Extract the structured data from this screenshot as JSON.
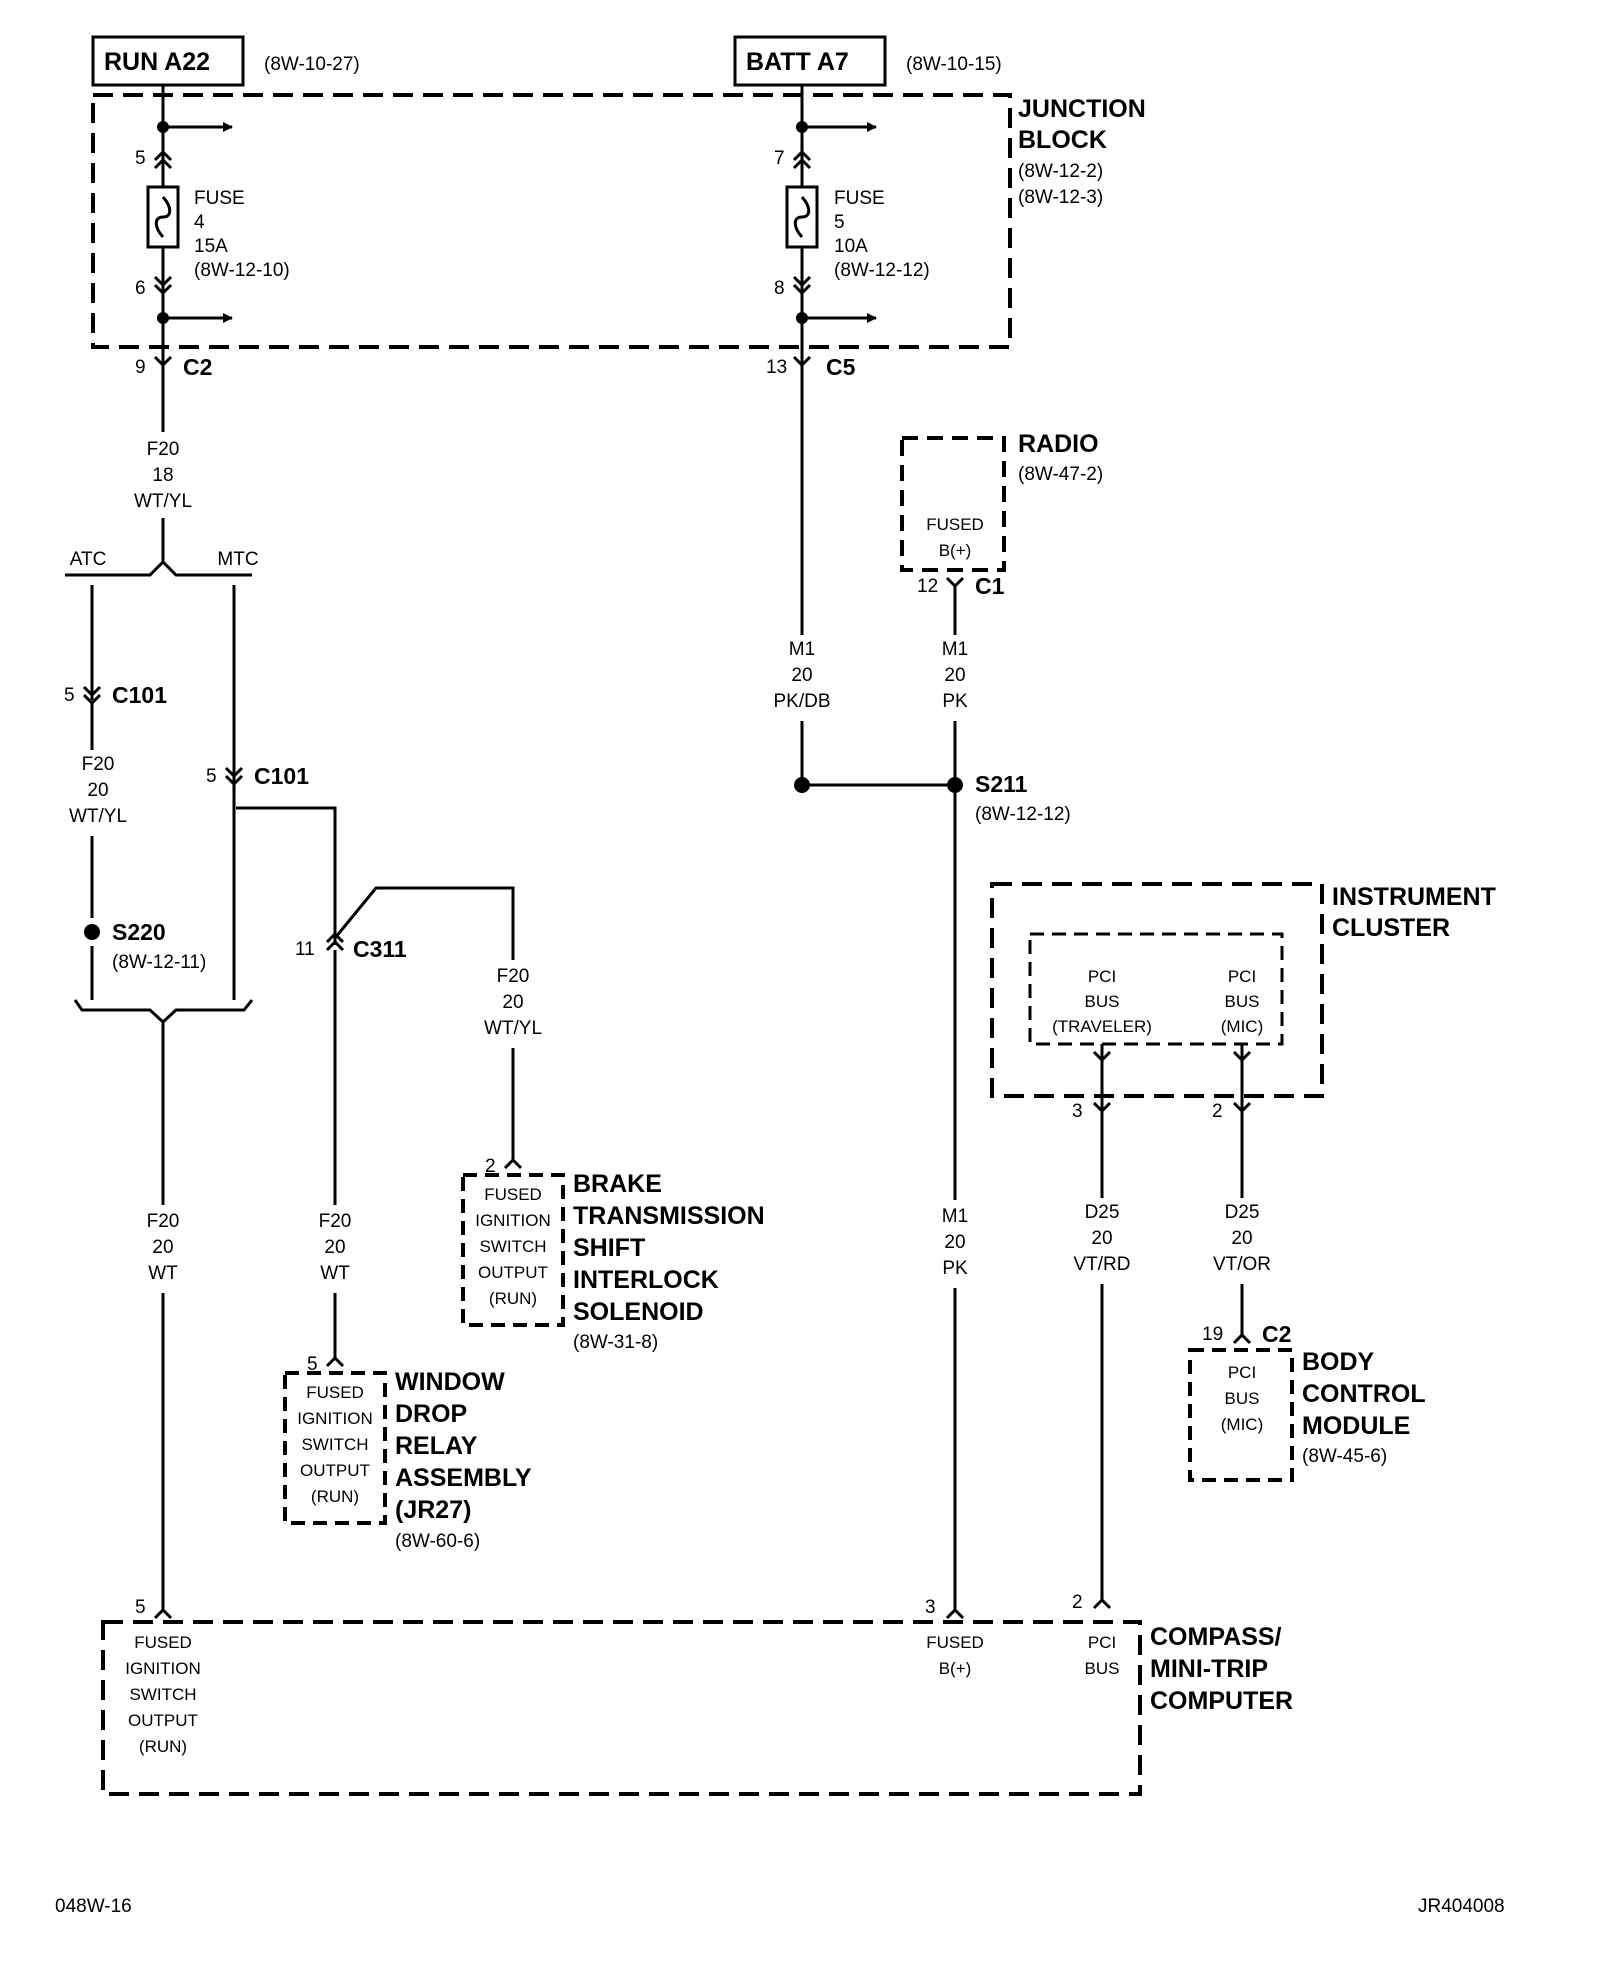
{
  "sources": {
    "run_a22": {
      "label": "RUN A22",
      "ref": "(8W-10-27)"
    },
    "batt_a7": {
      "label": "BATT A7",
      "ref": "(8W-10-15)"
    }
  },
  "junction_block": {
    "name1": "JUNCTION",
    "name2": "BLOCK",
    "ref1": "(8W-12-2)",
    "ref2": "(8W-12-3)"
  },
  "fuse4": {
    "pin_in": "5",
    "pin_out": "6",
    "l1": "FUSE",
    "l2": "4",
    "l3": "15A",
    "l4": "(8W-12-10)",
    "conn_pin": "9",
    "conn": "C2"
  },
  "fuse5": {
    "pin_in": "7",
    "pin_out": "8",
    "l1": "FUSE",
    "l2": "5",
    "l3": "10A",
    "l4": "(8W-12-12)",
    "conn_pin": "13",
    "conn": "C5"
  },
  "wire_f20_18": {
    "circuit": "F20",
    "gauge": "18",
    "color": "WT/YL"
  },
  "branch": {
    "atc": "ATC",
    "mtc": "MTC"
  },
  "c101_atc": {
    "pin": "5",
    "name": "C101"
  },
  "c101_mtc": {
    "pin": "5",
    "name": "C101"
  },
  "wire_f20_atc": {
    "circuit": "F20",
    "gauge": "20",
    "color": "WT/YL"
  },
  "s220": {
    "name": "S220",
    "ref": "(8W-12-11)"
  },
  "c311": {
    "pin": "11",
    "name": "C311"
  },
  "wire_f20_brake": {
    "circuit": "F20",
    "gauge": "20",
    "color": "WT/YL"
  },
  "wire_f20_main": {
    "circuit": "F20",
    "gauge": "20",
    "color": "WT"
  },
  "wire_f20_window": {
    "circuit": "F20",
    "gauge": "20",
    "color": "WT"
  },
  "brake": {
    "pin": "2",
    "inner": [
      "FUSED",
      "IGNITION",
      "SWITCH",
      "OUTPUT",
      "(RUN)"
    ],
    "title": [
      "BRAKE",
      "TRANSMISSION",
      "SHIFT",
      "INTERLOCK",
      "SOLENOID"
    ],
    "ref": "(8W-31-8)"
  },
  "window": {
    "pin": "5",
    "inner": [
      "FUSED",
      "IGNITION",
      "SWITCH",
      "OUTPUT",
      "(RUN)"
    ],
    "title": [
      "WINDOW",
      "DROP",
      "RELAY",
      "ASSEMBLY",
      "(JR27)"
    ],
    "ref": "(8W-60-6)"
  },
  "radio": {
    "name": "RADIO",
    "ref": "(8W-47-2)",
    "inner1": "FUSED",
    "inner2": "B(+)",
    "pin": "12",
    "conn": "C1"
  },
  "wire_m1_pkdb": {
    "circuit": "M1",
    "gauge": "20",
    "color": "PK/DB"
  },
  "wire_m1_pk_top": {
    "circuit": "M1",
    "gauge": "20",
    "color": "PK"
  },
  "s211": {
    "name": "S211",
    "ref": "(8W-12-12)"
  },
  "wire_m1_pk_bottom": {
    "circuit": "M1",
    "gauge": "20",
    "color": "PK"
  },
  "cluster": {
    "name1": "INSTRUMENT",
    "name2": "CLUSTER",
    "trav": [
      "PCI",
      "BUS",
      "(TRAVELER)"
    ],
    "mic": [
      "PCI",
      "BUS",
      "(MIC)"
    ],
    "pin_trav": "3",
    "pin_mic": "2"
  },
  "wire_d25_vtrd": {
    "circuit": "D25",
    "gauge": "20",
    "color": "VT/RD"
  },
  "wire_d25_vtor": {
    "circuit": "D25",
    "gauge": "20",
    "color": "VT/OR"
  },
  "bcm": {
    "pin": "19",
    "conn": "C2",
    "inner": [
      "PCI",
      "BUS",
      "(MIC)"
    ],
    "title": [
      "BODY",
      "CONTROL",
      "MODULE"
    ],
    "ref": "(8W-45-6)"
  },
  "compass": {
    "pin_ign": "5",
    "pin_batt": "3",
    "pin_pci": "2",
    "ign": [
      "FUSED",
      "IGNITION",
      "SWITCH",
      "OUTPUT",
      "(RUN)"
    ],
    "batt": [
      "FUSED",
      "B(+)"
    ],
    "pci": [
      "PCI",
      "BUS"
    ],
    "title": [
      "COMPASS/",
      "MINI-TRIP",
      "COMPUTER"
    ]
  },
  "footer": {
    "left": "048W-16",
    "right": "JR404008"
  }
}
